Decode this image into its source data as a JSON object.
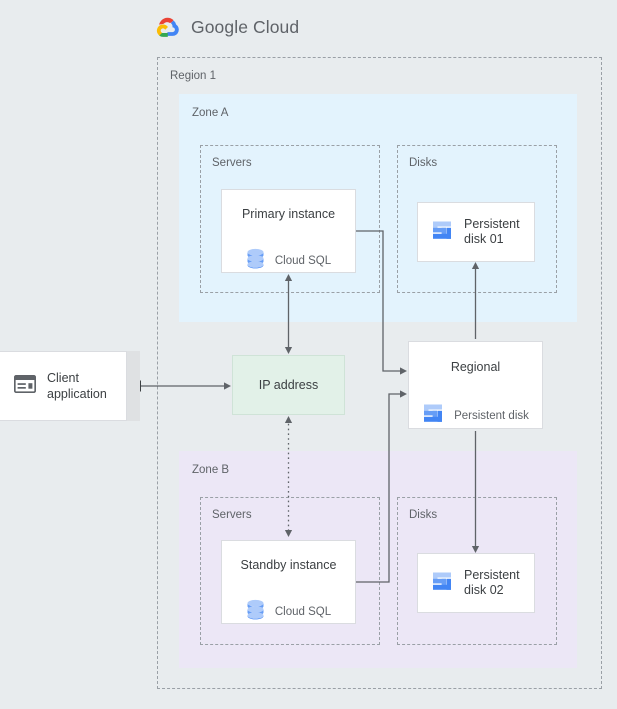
{
  "header": {
    "brand_google": "Google",
    "brand_cloud": "Cloud",
    "logo_icon": "google-cloud-logo-icon"
  },
  "colors": {
    "page_background": "#e8ecee",
    "region_background": "#e8ecee",
    "zone_a_background": "#e3f3fd",
    "zone_b_background": "#ece7f6",
    "ip_address_background": "#e2f1e8",
    "card_background": "#ffffff",
    "border_dashed": "#9aa0a6",
    "card_border": "#dadce0",
    "text_primary": "#3c4043",
    "text_secondary": "#5f6368",
    "connector": "#5f6368",
    "cloud_sql_icon": "#669df6",
    "persistent_disk_icon_light": "#aecbfa",
    "persistent_disk_icon_dark": "#4285f4",
    "client_icon": "#5f6368"
  },
  "region": {
    "label": "Region 1"
  },
  "zones": [
    {
      "id": "zone-a",
      "label": "Zone A"
    },
    {
      "id": "zone-b",
      "label": "Zone B"
    }
  ],
  "groups": [
    {
      "id": "servers-a",
      "label": "Servers"
    },
    {
      "id": "disks-a",
      "label": "Disks"
    },
    {
      "id": "servers-b",
      "label": "Servers"
    },
    {
      "id": "disks-b",
      "label": "Disks"
    }
  ],
  "nodes": {
    "client": {
      "title": "Client\napplication",
      "line1": "Client",
      "line2": "application",
      "icon": "window-icon"
    },
    "ip_address": {
      "title": "IP address"
    },
    "primary_instance": {
      "title": "Primary instance",
      "service": "Cloud SQL",
      "icon": "cloud-sql-icon"
    },
    "standby_instance": {
      "title": "Standby instance",
      "service": "Cloud SQL",
      "icon": "cloud-sql-icon"
    },
    "regional_disk": {
      "title": "Regional",
      "service": "Persistent disk",
      "icon": "persistent-disk-icon"
    },
    "persistent_disk_01": {
      "line1": "Persistent",
      "line2": "disk 01",
      "icon": "persistent-disk-icon"
    },
    "persistent_disk_02": {
      "line1": "Persistent",
      "line2": "disk 02",
      "icon": "persistent-disk-icon"
    }
  },
  "connectors": [
    {
      "id": "client-to-ip",
      "from": "client",
      "to": "ip_address",
      "style": "solid",
      "arrows": "both"
    },
    {
      "id": "primary-to-ip",
      "from": "primary_instance",
      "to": "ip_address",
      "style": "solid",
      "arrows": "both"
    },
    {
      "id": "ip-to-standby",
      "from": "ip_address",
      "to": "standby_instance",
      "style": "dotted",
      "arrows": "both"
    },
    {
      "id": "primary-to-regional",
      "from": "primary_instance",
      "to": "regional_disk",
      "style": "solid",
      "arrows": "end"
    },
    {
      "id": "standby-to-regional",
      "from": "standby_instance",
      "to": "regional_disk",
      "style": "solid",
      "arrows": "end"
    },
    {
      "id": "regional-to-disk01",
      "from": "regional_disk",
      "to": "persistent_disk_01",
      "style": "solid",
      "arrows": "end"
    },
    {
      "id": "regional-to-disk02",
      "from": "regional_disk",
      "to": "persistent_disk_02",
      "style": "solid",
      "arrows": "end"
    }
  ]
}
